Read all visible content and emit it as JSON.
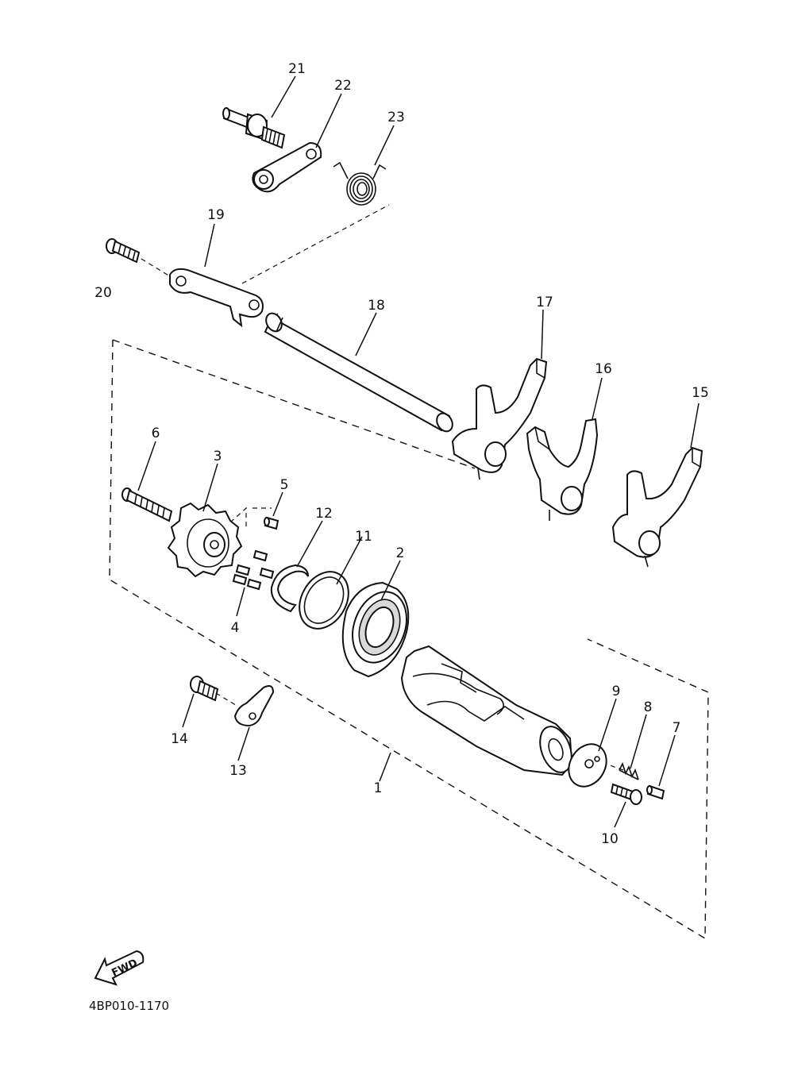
{
  "diagram": {
    "part_labels": {
      "p1": "1",
      "p2": "2",
      "p3": "3",
      "p4": "4",
      "p5": "5",
      "p6": "6",
      "p7": "7",
      "p8": "8",
      "p9": "9",
      "p10": "10",
      "p11": "11",
      "p12": "12",
      "p13": "13",
      "p14": "14",
      "p15": "15",
      "p16": "16",
      "p17": "17",
      "p18": "18",
      "p19": "19",
      "p20": "20",
      "p21": "21",
      "p22": "22",
      "p23": "23"
    },
    "fwd_label": "FWD",
    "diagram_code": "4BP010-1170"
  }
}
